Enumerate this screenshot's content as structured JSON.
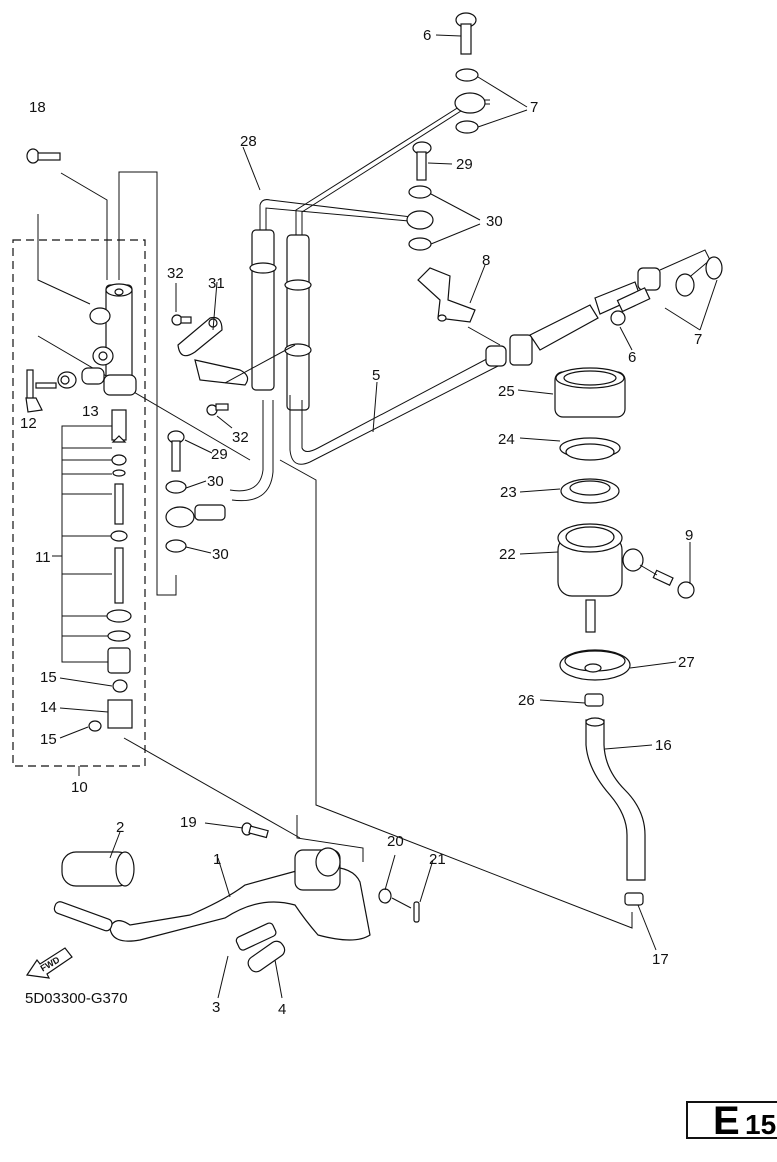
{
  "diagram": {
    "title_code": "5D03300-G370",
    "page_label_letter": "E",
    "page_label_number": "15",
    "fwd_arrow_text": "FWD",
    "callouts": [
      {
        "id": "c1",
        "text": "1"
      },
      {
        "id": "c2",
        "text": "2"
      },
      {
        "id": "c3",
        "text": "3"
      },
      {
        "id": "c4",
        "text": "4"
      },
      {
        "id": "c5",
        "text": "5"
      },
      {
        "id": "c6a",
        "text": "6"
      },
      {
        "id": "c6b",
        "text": "6"
      },
      {
        "id": "c7a",
        "text": "7"
      },
      {
        "id": "c7b",
        "text": "7"
      },
      {
        "id": "c8",
        "text": "8"
      },
      {
        "id": "c9",
        "text": "9"
      },
      {
        "id": "c10",
        "text": "10"
      },
      {
        "id": "c11",
        "text": "11"
      },
      {
        "id": "c12",
        "text": "12"
      },
      {
        "id": "c13",
        "text": "13"
      },
      {
        "id": "c14",
        "text": "14"
      },
      {
        "id": "c15a",
        "text": "15"
      },
      {
        "id": "c15b",
        "text": "15"
      },
      {
        "id": "c16",
        "text": "16"
      },
      {
        "id": "c17",
        "text": "17"
      },
      {
        "id": "c18",
        "text": "18"
      },
      {
        "id": "c19",
        "text": "19"
      },
      {
        "id": "c20",
        "text": "20"
      },
      {
        "id": "c21",
        "text": "21"
      },
      {
        "id": "c22",
        "text": "22"
      },
      {
        "id": "c23",
        "text": "23"
      },
      {
        "id": "c24",
        "text": "24"
      },
      {
        "id": "c25",
        "text": "25"
      },
      {
        "id": "c26",
        "text": "26"
      },
      {
        "id": "c27",
        "text": "27"
      },
      {
        "id": "c28",
        "text": "28"
      },
      {
        "id": "c29a",
        "text": "29"
      },
      {
        "id": "c29b",
        "text": "29"
      },
      {
        "id": "c30a",
        "text": "30"
      },
      {
        "id": "c30b",
        "text": "30"
      },
      {
        "id": "c30c",
        "text": "30"
      },
      {
        "id": "c31",
        "text": "31"
      },
      {
        "id": "c32a",
        "text": "32"
      },
      {
        "id": "c32b",
        "text": "32"
      }
    ]
  }
}
